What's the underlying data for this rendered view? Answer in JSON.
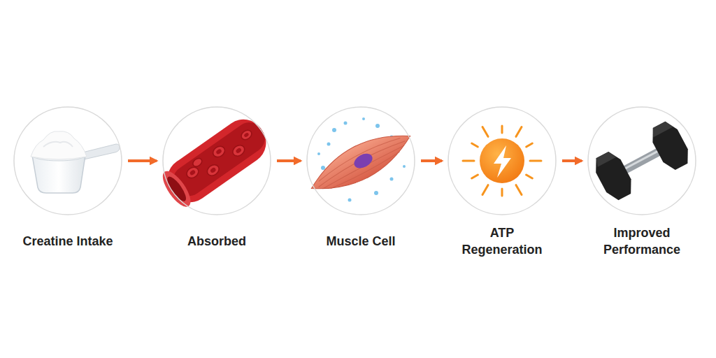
{
  "diagram": {
    "nodes": [
      {
        "text": [
          "Creatine Intake"
        ]
      },
      {
        "text": [
          "Absorbed"
        ]
      },
      {
        "text": [
          "Muscle Cell"
        ]
      },
      {
        "text": [
          "ATP Regeneration"
        ]
      },
      {
        "text": [
          "Improved Performance"
        ]
      }
    ],
    "edges": [
      {
        "from": 0,
        "to": 1,
        "arrow": "to"
      },
      {
        "from": 1,
        "to": 2,
        "arrow": "to"
      },
      {
        "from": 2,
        "to": 3,
        "arrow": "to"
      },
      {
        "from": 3,
        "to": 4,
        "arrow": "to"
      }
    ]
  }
}
